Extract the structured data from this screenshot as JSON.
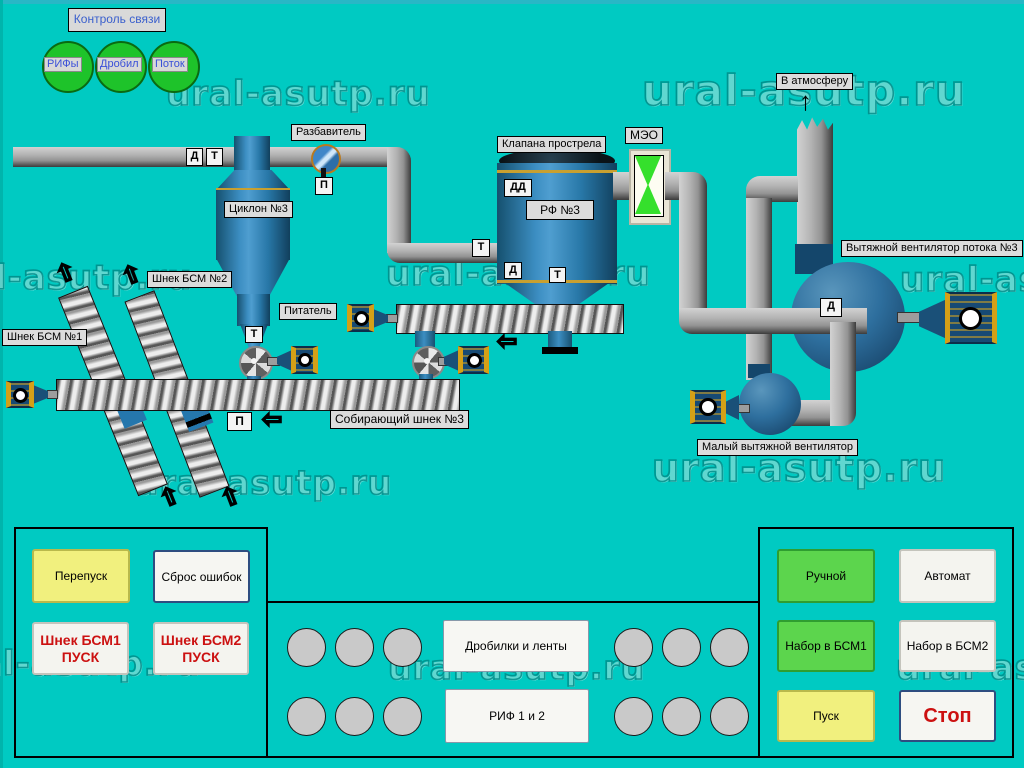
{
  "watermark": {
    "text": "ural-asutp.ru"
  },
  "colors": {
    "background": "#00cac2",
    "vessel_blue": "#2878a8",
    "pipe_gray": "#b4b4b4",
    "accent_green": "#5cd54d",
    "accent_yellow": "#f1f07e",
    "alarm_red": "#cc1111",
    "valve_green": "#35e02c",
    "watermark_teal": "#008c88"
  },
  "top": {
    "link_button": "Контроль связи",
    "circles": [
      {
        "label": "РИФы"
      },
      {
        "label": "Дробил"
      },
      {
        "label": "Поток"
      }
    ]
  },
  "proc": {
    "labels": {
      "diluter": "Разбавитель",
      "cyclone": "Циклон №3",
      "screw2": "Шнек БСМ №2",
      "screw1": "Шнек БСМ №1",
      "feeder": "Питатель",
      "shot_valves": "Клапана прострела",
      "rf3": "РФ №3",
      "meo": "МЭО",
      "to_atmosphere": "В атмосферу",
      "exhaust_fan": "Вытяжной вентилятор потока №3",
      "small_fan": "Малый вытяжной вентилятор",
      "collecting_screw": "Собирающий шнек №3"
    },
    "tags": {
      "d": "Д",
      "t": "Т",
      "p": "П",
      "dd": "ДД"
    }
  },
  "icons": {
    "arrow_up": "↑",
    "arrow_left": "⇦",
    "arrow_hollow_up": "⇧"
  },
  "panels": {
    "left": {
      "bypass": "Перепуск",
      "reset": "Сброс ошибок",
      "screw1_start": "Шнек БСМ1 ПУСК",
      "screw2_start": "Шнек БСМ2 ПУСК"
    },
    "center": {
      "crushers": "Дробилки и ленты",
      "rif": "РИФ 1 и 2"
    },
    "right": {
      "manual": "Ручной",
      "auto": "Автомат",
      "fill1": "Набор в БСМ1",
      "fill2": "Набор в БСМ2",
      "start": "Пуск",
      "stop": "Стоп"
    }
  }
}
